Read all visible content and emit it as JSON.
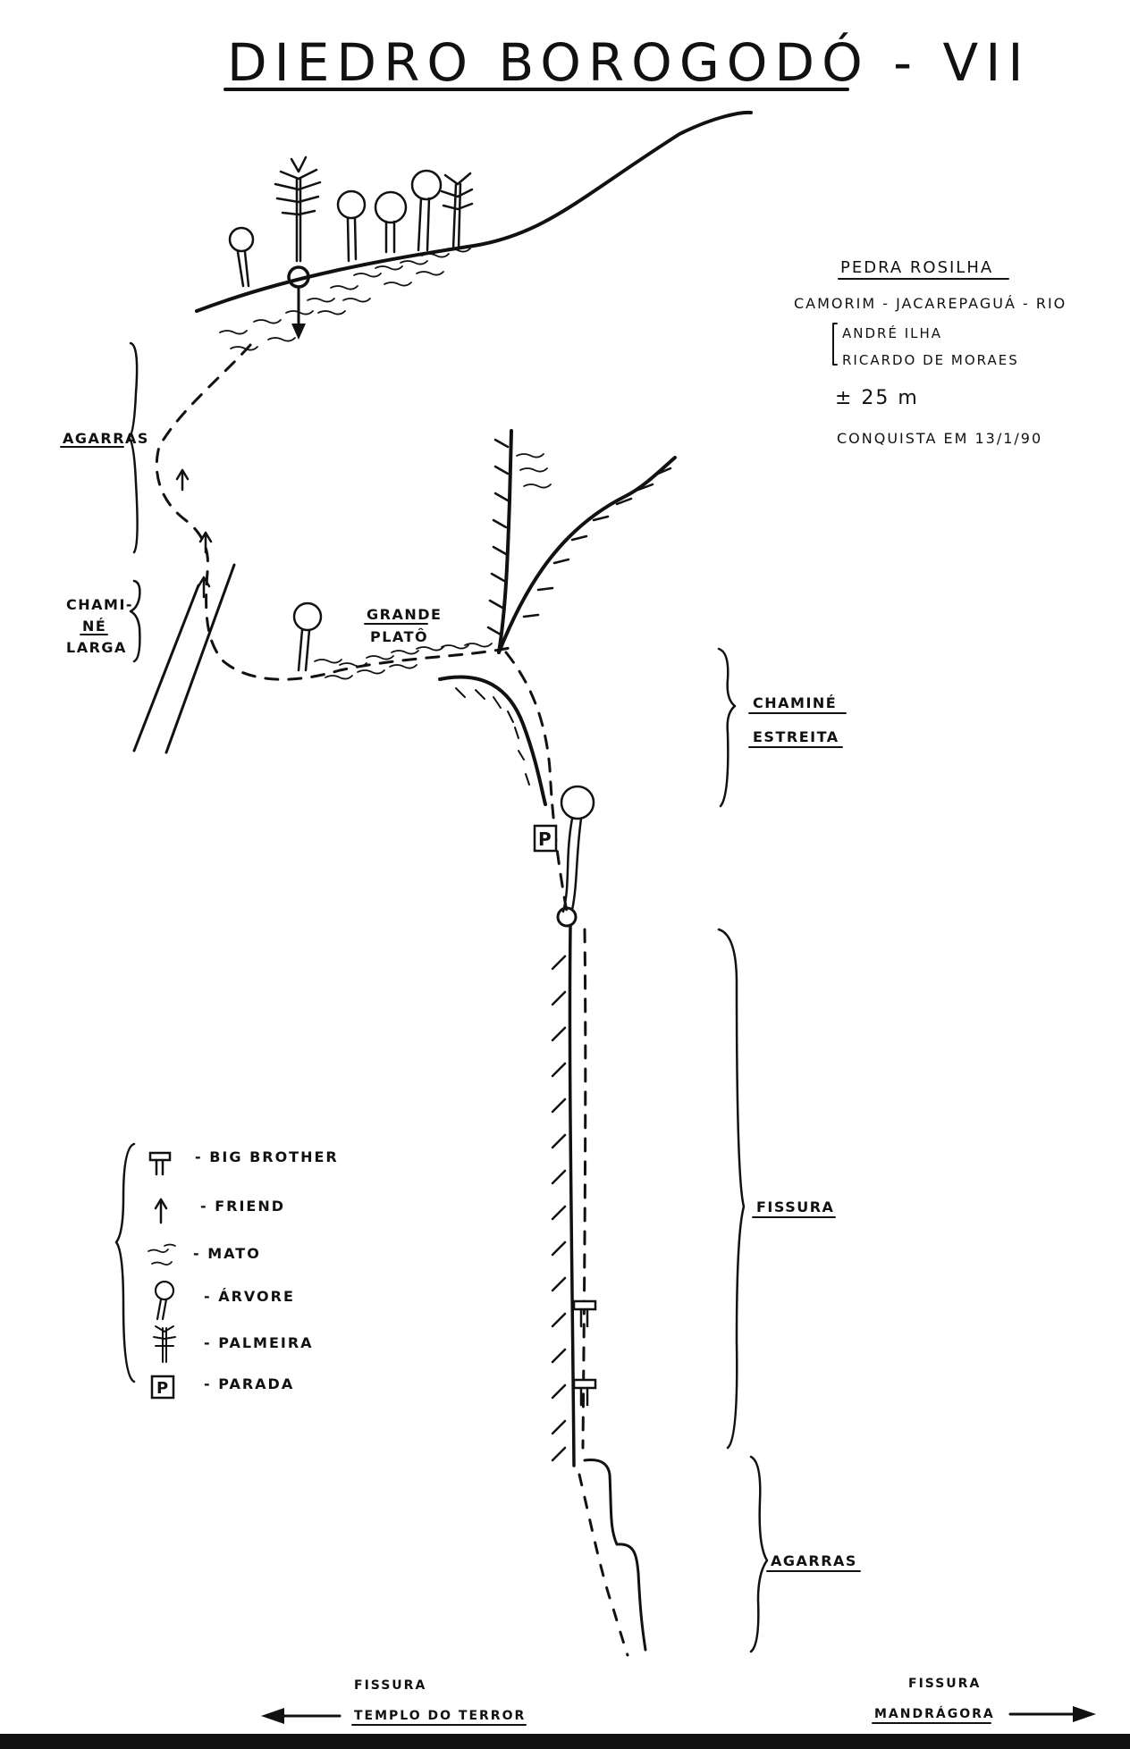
{
  "title": "DIEDRO BOROGODÓ - VII",
  "info": {
    "location": "PEDRA ROSILHA",
    "region": "CAMORIM - JACAREPAGUÁ - RIO",
    "climber1": "ANDRÉ ILHA",
    "climber2": "RICARDO DE MORAES",
    "length": "± 25 m",
    "date": "CONQUISTA EM 13/1/90"
  },
  "sections": {
    "agarras_top": "AGARRAS",
    "chamine_larga_1": "CHAMI-",
    "chamine_larga_2": "NÉ",
    "chamine_larga_3": "LARGA",
    "grande_plato_1": "GRANDE",
    "grande_plato_2": "PLATÔ",
    "chamine_estreita_1": "CHAMINÉ",
    "chamine_estreita_2": "ESTREITA",
    "fissura": "FISSURA",
    "agarras_bottom": "AGARRAS"
  },
  "legend": {
    "big_brother": "- BIG BROTHER",
    "friend": "- FRIEND",
    "mato": "- MATO",
    "arvore": "- ÁRVORE",
    "palmeira": "- PALMEIRA",
    "parada": "- PARADA",
    "parada_symbol": "P"
  },
  "neighbors": {
    "left_1": "FISSURA",
    "left_2": "TEMPLO DO TERROR",
    "right_1": "FISSURA",
    "right_2": "MANDRÁGORA"
  }
}
